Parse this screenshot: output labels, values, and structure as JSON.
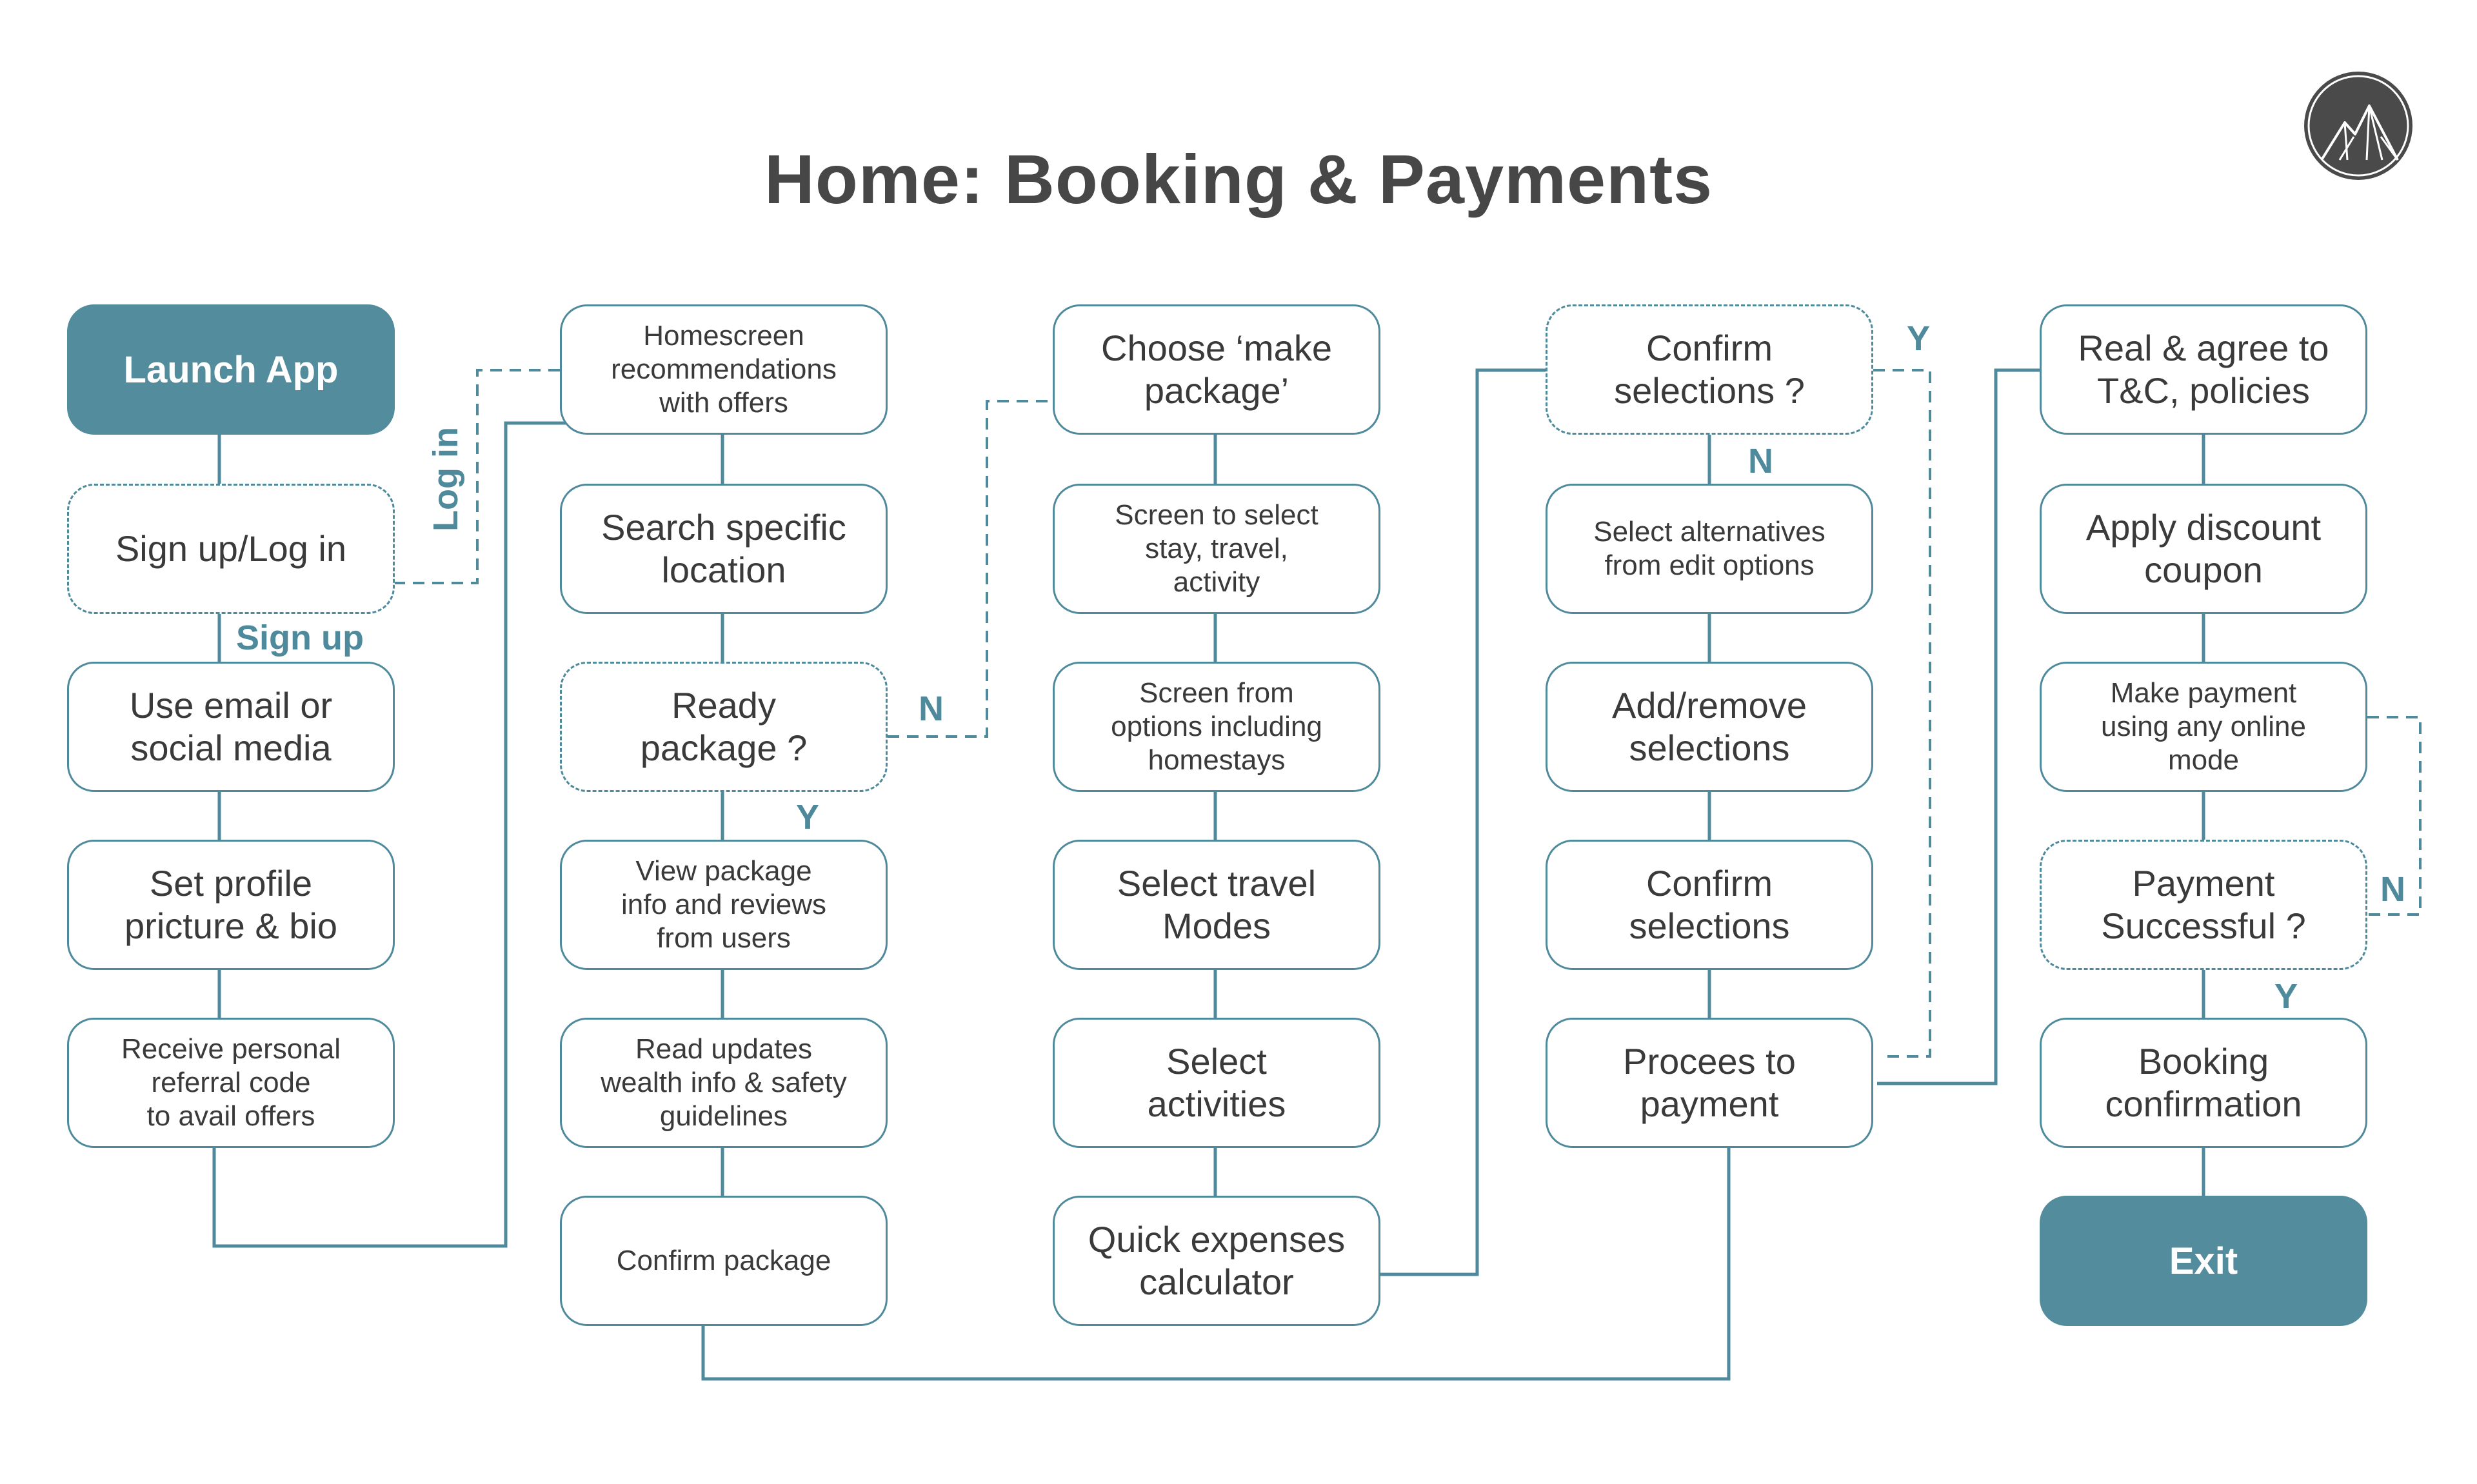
{
  "title": "Home: Booking & Payments",
  "colors": {
    "accent": "#538c9c",
    "line": "#4e8a9b",
    "text": "#3a3a3a",
    "title": "#474747"
  },
  "logo": {
    "icon": "mountain-logo-icon"
  },
  "nodes": {
    "launch_app": "Launch App",
    "signup_login": "Sign up/Log in",
    "use_email": "Use email or\nsocial media",
    "set_profile": "Set profile\npricture & bio",
    "referral": "Receive personal\nreferral code\nto avail offers",
    "homescreen": "Homescreen\nrecommendations\nwith offers",
    "search_location": "Search specific\nlocation",
    "ready_package": "Ready\npackage ?",
    "view_package": "View package\ninfo and reviews\nfrom users",
    "read_updates": "Read updates\nwealth info & safety\nguidelines",
    "confirm_package": "Confirm package",
    "make_package": "Choose ‘make\npackage’",
    "select_stay": "Screen to select\nstay, travel,\nactivity",
    "options_homestays": "Screen from\noptions including\nhomestays",
    "travel_modes": "Select travel\nModes",
    "select_activities": "Select\nactivities",
    "expenses_calc": "Quick expenses\ncalculator",
    "confirm_selections_q": "Confirm\nselections ?",
    "select_alternatives": "Select alternatives\nfrom edit options",
    "add_remove": "Add/remove\nselections",
    "confirm_selections": "Confirm\nselections",
    "proceed_payment": "Procees to\npayment",
    "read_agree": "Real & agree to\nT&C, policies",
    "apply_coupon": "Apply discount\ncoupon",
    "make_payment": "Make payment\nusing any online\nmode",
    "payment_successful": "Payment\nSuccessful ?",
    "booking_confirmation": "Booking\nconfirmation",
    "exit": "Exit"
  },
  "labels": {
    "log_in": "Log in",
    "sign_up": "Sign up",
    "ready_no": "N",
    "ready_yes": "Y",
    "confirm_yes": "Y",
    "confirm_no": "N",
    "payment_no": "N",
    "payment_yes": "Y"
  }
}
